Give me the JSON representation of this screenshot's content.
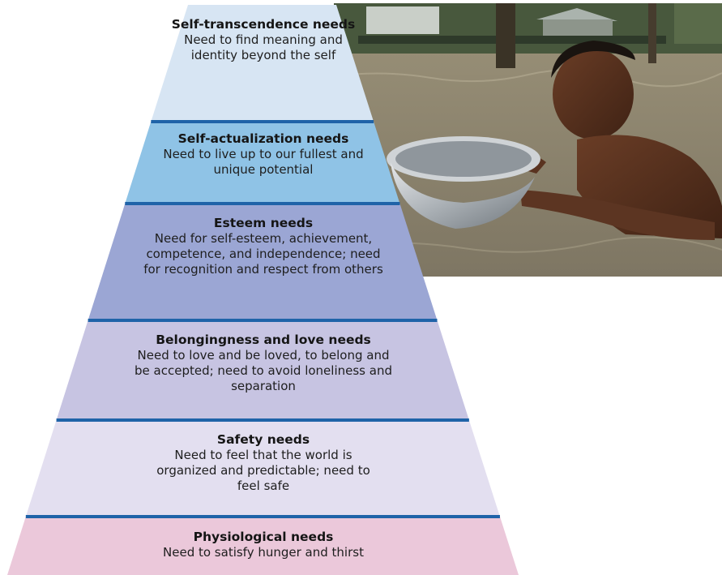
{
  "photo": {
    "icon": "flood-photo-man-with-bowl-icon"
  },
  "pyramid": {
    "divider_color": "#1f63a8",
    "levels": [
      {
        "title": "Self-transcendence needs",
        "description": "Need to find meaning and identity beyond the self",
        "color": "#d7e5f3"
      },
      {
        "title": "Self-actualization needs",
        "description": "Need to live up to our fullest and unique potential",
        "color": "#8fc3e6"
      },
      {
        "title": "Esteem needs",
        "description": "Need for self-esteem, achievement, competence, and independence; need for recognition and respect from others",
        "color": "#9ba6d4"
      },
      {
        "title": "Belongingness and love needs",
        "description": "Need to love and be loved, to belong and be accepted; need to avoid loneliness and separation",
        "color": "#c7c4e2"
      },
      {
        "title": "Safety needs",
        "description": "Need to feel that the world is organized and predictable; need to feel safe",
        "color": "#e3dff0"
      },
      {
        "title": "Physiological needs",
        "description": "Need to satisfy hunger and thirst",
        "color": "#ebc8da"
      }
    ]
  }
}
